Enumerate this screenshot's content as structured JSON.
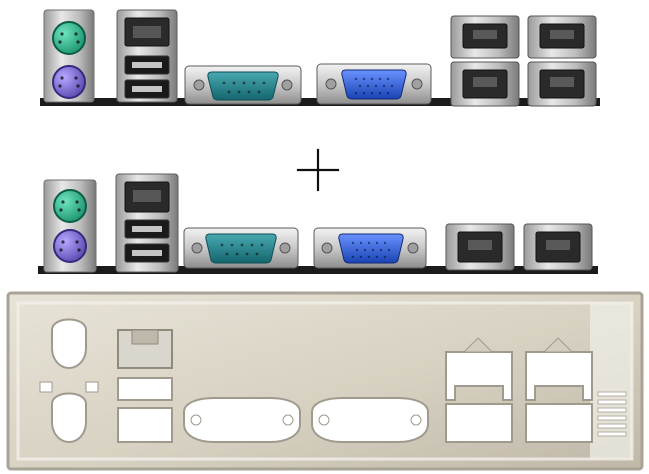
{
  "scene": {
    "description_items": [],
    "colors": {
      "background": "#ffffff",
      "pcb": "#1f1f1f",
      "metal_light": "#e6e6e6",
      "metal_mid": "#bdbdbd",
      "metal_dark": "#7d7d7d",
      "ps2_green": "#19a77b",
      "ps2_purple": "#6b57b8",
      "serial_teal": "#1d7f86",
      "vga_blue": "#2f5fd0",
      "rj45_dark": "#2a2a2a",
      "shield_bg": "#dbd6c8",
      "shield_edge": "#a9a395",
      "cutout_white": "#ffffff"
    },
    "icons": [
      "plus-sign-icon"
    ],
    "groups": [
      {
        "name": "top-io-panel",
        "ports": [
          "ps2-green",
          "ps2-purple",
          "rj45-stack-left",
          "usb-stack-left",
          "serial-port",
          "vga-port",
          "rj45-quad"
        ]
      },
      {
        "name": "middle-io-panel",
        "ports": [
          "ps2-green",
          "ps2-purple",
          "rj45-stack-left",
          "usb-stack-left",
          "serial-port",
          "vga-port",
          "rj45-dual"
        ]
      },
      {
        "name": "io-shield",
        "ports": [
          "ps2-cutouts",
          "usb-cutouts",
          "serial-cutout",
          "vga-cutout",
          "rj45-cutouts"
        ]
      }
    ]
  }
}
